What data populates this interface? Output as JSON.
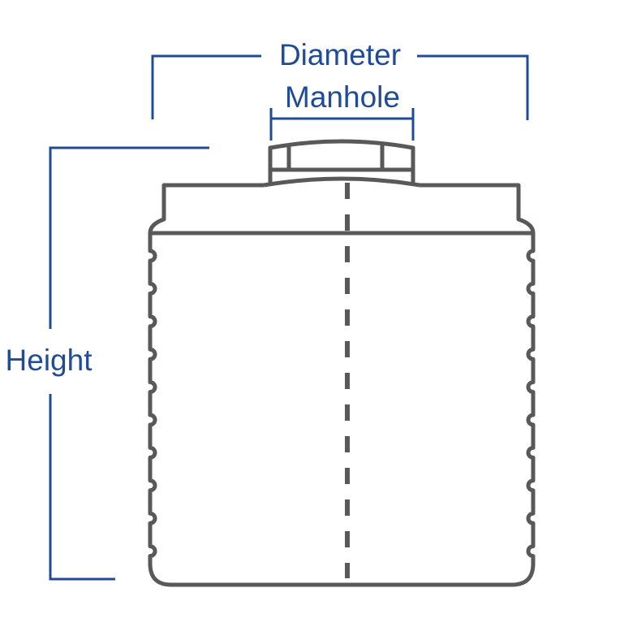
{
  "labels": {
    "diameter": "Diameter",
    "manhole": "Manhole",
    "height": "Height"
  },
  "colors": {
    "dimension": "#1f4b99",
    "tank_outline": "#595959"
  }
}
